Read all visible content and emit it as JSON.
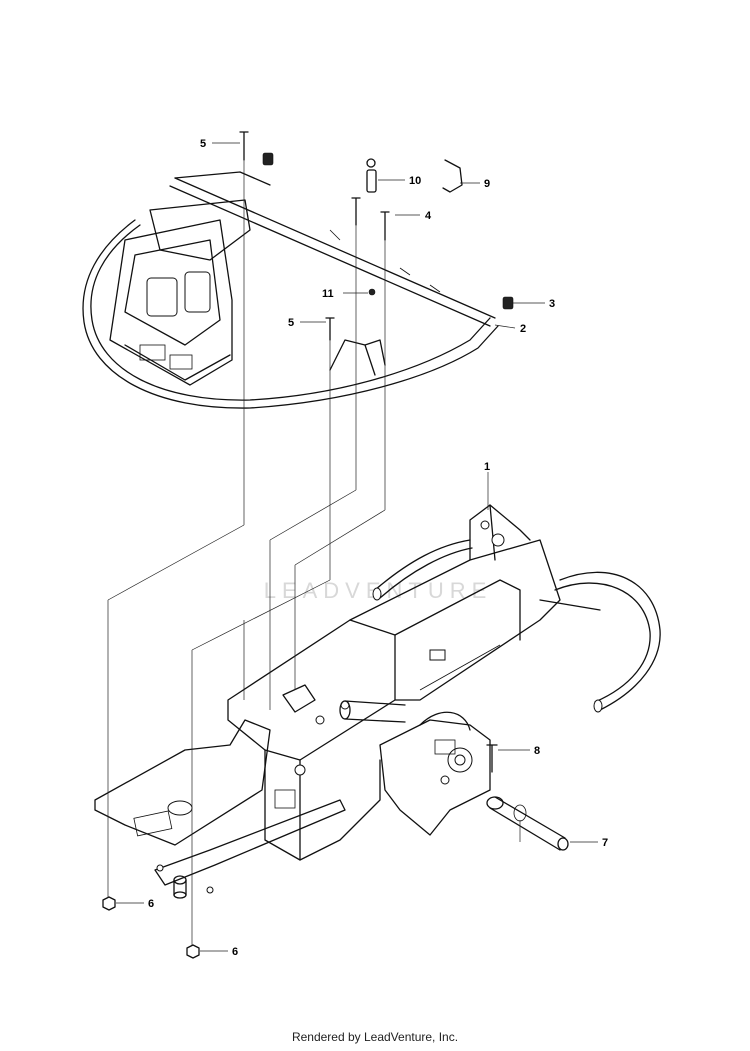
{
  "watermark": "LEADVENTURE",
  "footer": "Rendered by LeadVenture, Inc.",
  "callouts": [
    "1",
    "2",
    "3",
    "4",
    "5",
    "5",
    "6",
    "6",
    "7",
    "8",
    "9",
    "10",
    "11"
  ]
}
